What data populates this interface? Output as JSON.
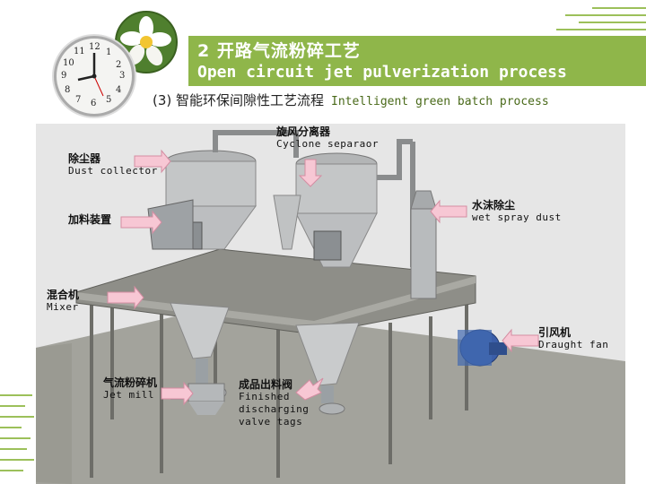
{
  "title": {
    "zh": "2 开路气流粉碎工艺",
    "en": "Open circuit jet pulverization process"
  },
  "subtitle": {
    "zh": "(3) 智能环保间隙性工艺流程",
    "en": "Intelligent green batch process"
  },
  "clock": {
    "numbers": [
      "12",
      "1",
      "2",
      "3",
      "4",
      "5",
      "6",
      "7",
      "8",
      "9",
      "10",
      "11"
    ]
  },
  "labels": {
    "dust_collector": {
      "zh": "除尘器",
      "en": "Dust collector"
    },
    "feeder": {
      "zh": "加料装置",
      "en": ""
    },
    "cyclone": {
      "zh": "旋风分离器",
      "en": "Cyclone separaor"
    },
    "wet_spray": {
      "zh": "水沫除尘",
      "en": "wet spray dust"
    },
    "mixer": {
      "zh": "混合机",
      "en": "Mixer"
    },
    "draught_fan": {
      "zh": "引风机",
      "en": "Draught fan"
    },
    "jet_mill": {
      "zh": "气流粉碎机",
      "en": "Jet mill"
    },
    "finished_valve": {
      "zh": "成品出料阀",
      "en_lines": [
        "Finished",
        "discharging",
        "valve tags"
      ]
    }
  },
  "colors": {
    "accent_green": "#8fb64a",
    "arrow_pink": "#f7c7d4",
    "table_top": "#8e8e88",
    "floor": "#a3a39c"
  }
}
